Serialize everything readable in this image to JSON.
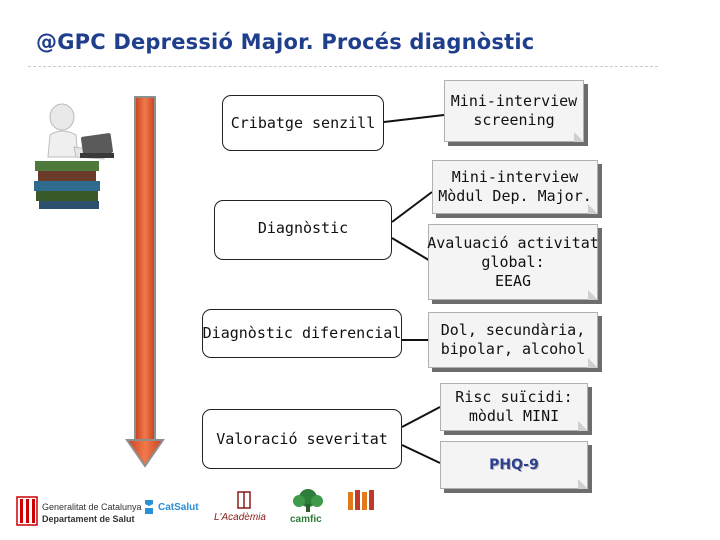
{
  "title": "@GPC Depressió Major. Procés diagnòstic",
  "left_steps": [
    {
      "label": "Cribatge senzill"
    },
    {
      "label": "Diagnòstic"
    },
    {
      "label": "Diagnòstic diferencial"
    },
    {
      "label": "Valoració severitat"
    }
  ],
  "right_tools": [
    {
      "lines": [
        "Mini-interview",
        "screening"
      ]
    },
    {
      "lines": [
        "Mini-interview",
        "Mòdul Dep. Major."
      ]
    },
    {
      "lines": [
        "Avaluació activitat",
        "global:",
        "EEAG"
      ]
    },
    {
      "lines": [
        "Dol, secundària,",
        "bipolar, alcohol"
      ]
    },
    {
      "lines": [
        "Risc suïcidi:",
        "mòdul MINI"
      ]
    },
    {
      "lines": [
        "PHQ-9"
      ]
    }
  ],
  "logos": {
    "gencat_line1": "Generalitat de Catalunya",
    "gencat_line2": "Departament de Salut",
    "catsalut": "CatSalut",
    "academia": "L'Acadèmia",
    "camfic": "camfic"
  },
  "colors": {
    "title": "#1f3e8c",
    "arrow_fill": "#e15a2e",
    "arrow_edge": "#8e8e8e",
    "connector": "#111111",
    "phq": "#2d3f8f"
  }
}
